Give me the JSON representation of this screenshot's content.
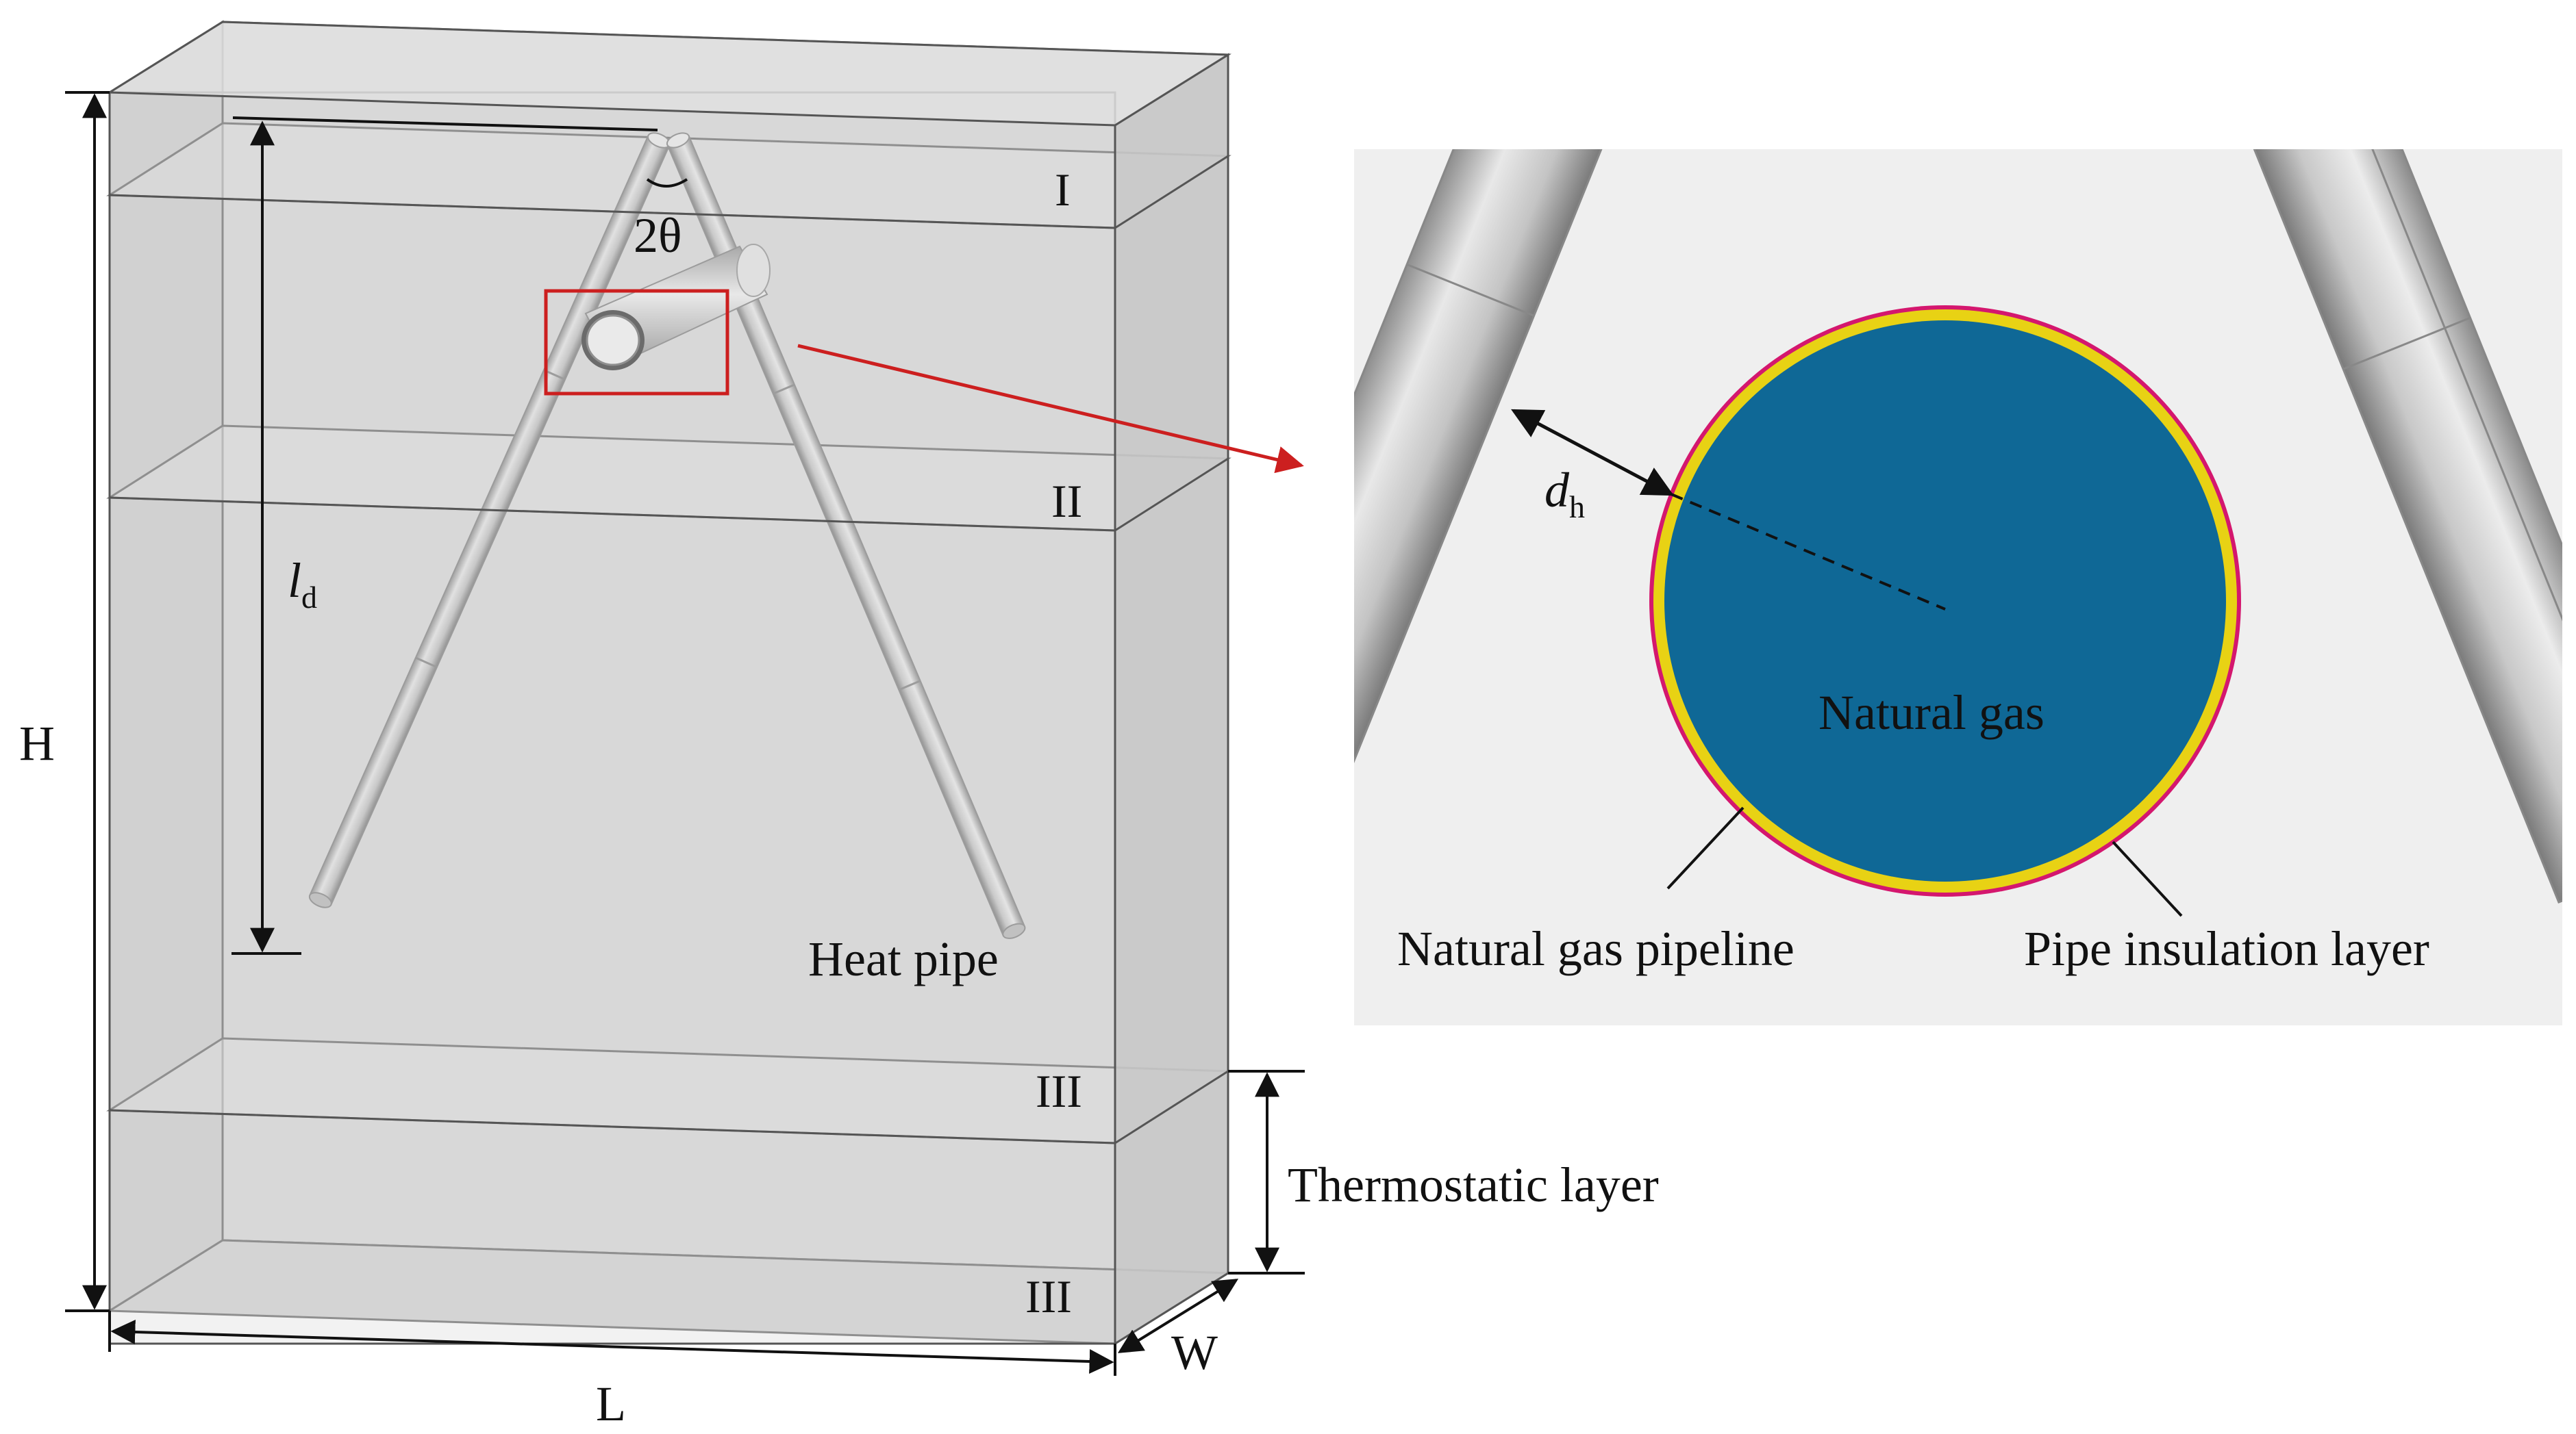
{
  "labels": {
    "height": "H",
    "length": "L",
    "width": "W",
    "ld_main": "l",
    "ld_sub": "d",
    "angle": "2θ",
    "heat_pipe": "Heat pipe",
    "thermostatic_layer": "Thermostatic layer",
    "layer_1": "I",
    "layer_2": "II",
    "layer_3a": "III",
    "layer_3b": "III",
    "dh_main": "d",
    "dh_sub": "h",
    "natural_gas": "Natural gas",
    "pipeline": "Natural gas pipeline",
    "insulation": "Pipe insulation layer"
  },
  "colors": {
    "box_fill": "#d4d4d4",
    "detail_bg": "#efefef",
    "gas": "#0f6896",
    "insulation": "#e8d214",
    "pipeline": "#d4176e",
    "highlight": "#cc1f1f",
    "pipe": "#c8c8c8"
  }
}
